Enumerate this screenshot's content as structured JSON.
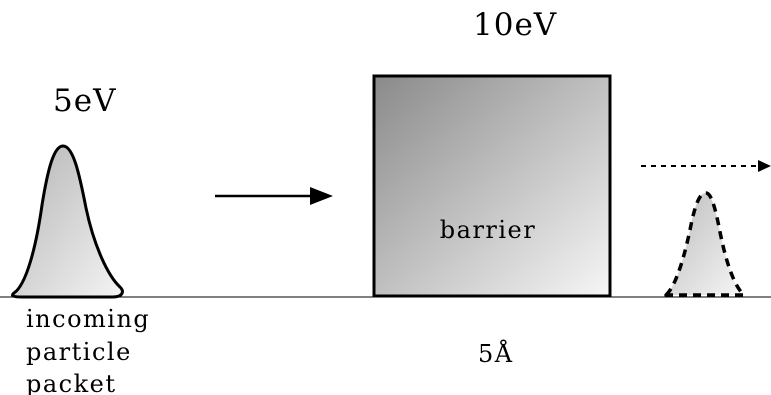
{
  "labels": {
    "incident_energy": "5eV",
    "barrier_height": "10eV",
    "barrier_name": "barrier",
    "barrier_width": "5Å",
    "packet_caption": [
      "incoming",
      "particle",
      "packet"
    ]
  },
  "colors": {
    "stroke": "#000000",
    "fill_light": "#f4f4f4",
    "fill_dark": "#8c8c8c",
    "background": "#ffffff"
  }
}
